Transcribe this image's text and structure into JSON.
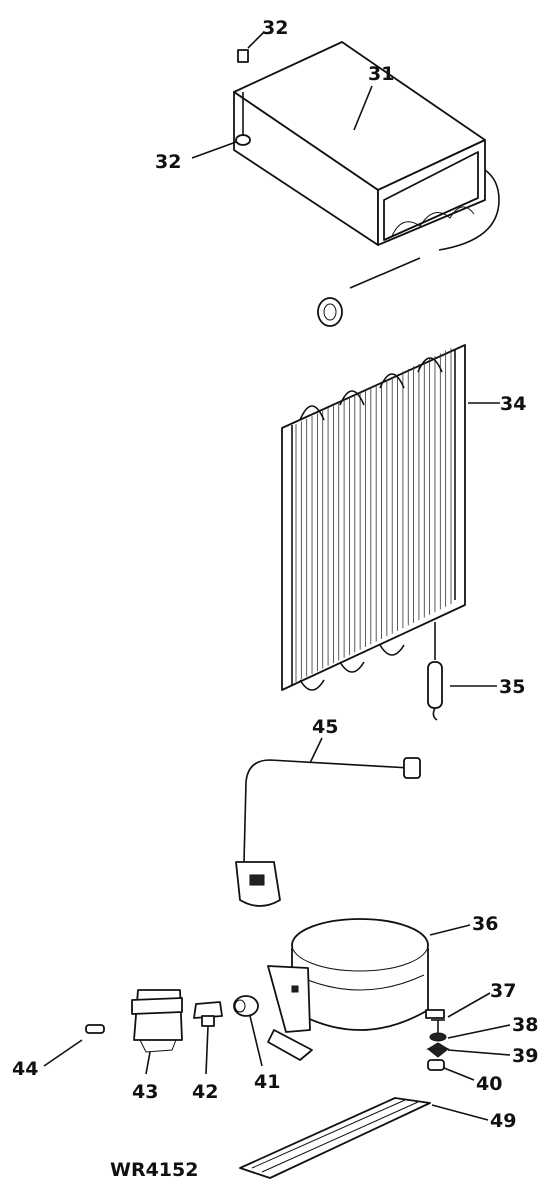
{
  "diagram": {
    "reference_code": "WR4152",
    "callouts": [
      {
        "id": "32a",
        "label": "32"
      },
      {
        "id": "31",
        "label": "31"
      },
      {
        "id": "32b",
        "label": "32"
      },
      {
        "id": "34",
        "label": "34"
      },
      {
        "id": "35",
        "label": "35"
      },
      {
        "id": "45",
        "label": "45"
      },
      {
        "id": "36",
        "label": "36"
      },
      {
        "id": "37",
        "label": "37"
      },
      {
        "id": "38",
        "label": "38"
      },
      {
        "id": "39",
        "label": "39"
      },
      {
        "id": "40",
        "label": "40"
      },
      {
        "id": "49",
        "label": "49"
      },
      {
        "id": "44",
        "label": "44"
      },
      {
        "id": "43",
        "label": "43"
      },
      {
        "id": "42",
        "label": "42"
      },
      {
        "id": "41",
        "label": "41"
      }
    ]
  }
}
